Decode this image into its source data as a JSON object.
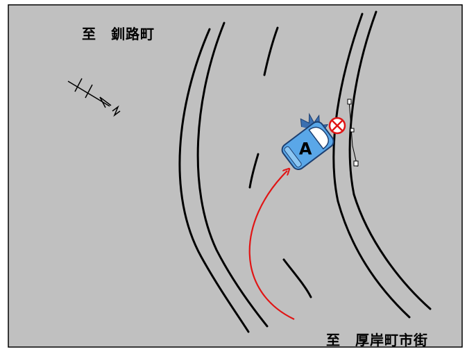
{
  "labels": {
    "top_destination": "至　釧路町",
    "bottom_destination": "至　厚岸町市街"
  },
  "vehicle": {
    "label": "A",
    "body_color": "#5aa7e8",
    "accent_color": "#3b6fb0"
  },
  "colors": {
    "background": "#c0c0c0",
    "frame": "#000000",
    "road_lines": "#000000",
    "path_arrow": "#e01515",
    "impact_mark": "#e01515"
  },
  "icons": {
    "north_arrow": "north-arrow-icon",
    "impact": "x-circle-icon"
  }
}
